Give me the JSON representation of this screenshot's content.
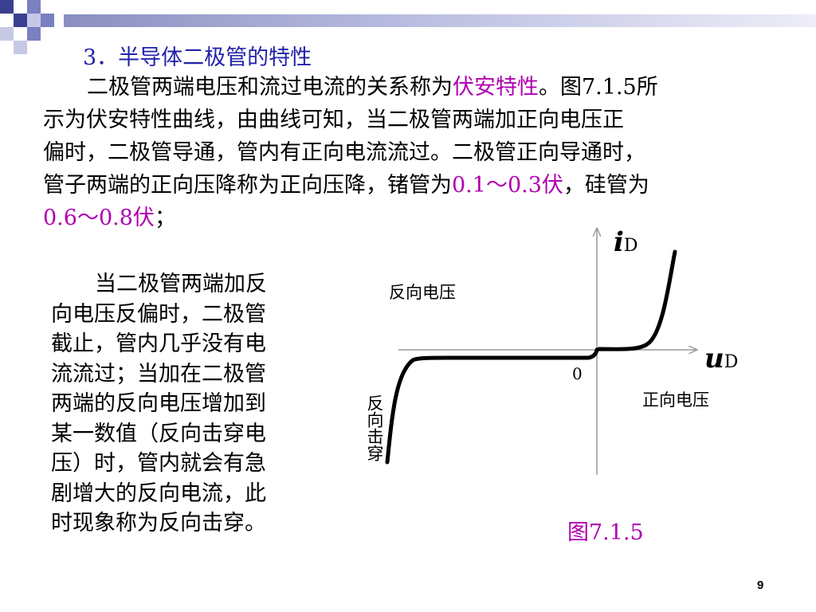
{
  "heading": "3．半导体二极管的特性",
  "para": {
    "line1_pre": "二极管两端电压和流过电流的关系称为",
    "line1_hl": "伏安特性",
    "line1_post": "。图7.1.5所",
    "line2": "示为伏安特性曲线，由曲线可知，当二极管两端加正向电压正",
    "line3": "偏时，二极管导通，管内有正向电流流过。二极管正向导通时，",
    "line4_pre": "管子两端的正向压降称为正向压降，锗管为",
    "line4_hl": "0.1～0.3伏",
    "line4_post": "，硅管为",
    "line5_hl": "0.6～0.8伏",
    "line5_post": "；"
  },
  "left_para": {
    "lines": [
      "当二极管两端加反",
      "向电压反偏时，二极管",
      "截止，管内几乎没有电",
      "流流过；当加在二极管",
      "两端的反向电压增加到",
      "某一数值（反向击穿电",
      "压）时，管内就会有急",
      "剧增大的反向电流，此",
      "时现象称为反向击穿。"
    ]
  },
  "figure": {
    "y_axis_var": "i",
    "y_axis_sub": "D",
    "x_axis_var": "u",
    "x_axis_sub": "D",
    "origin": "0",
    "reverse_voltage_label": "反向电压",
    "forward_voltage_label": "正向电压",
    "breakdown_label": "反向击穿",
    "caption": "图7.1.5"
  },
  "page_number": "9",
  "colors": {
    "heading": "#2222aa",
    "highlight": "#b000b0",
    "deco": "#8a8fc0"
  }
}
